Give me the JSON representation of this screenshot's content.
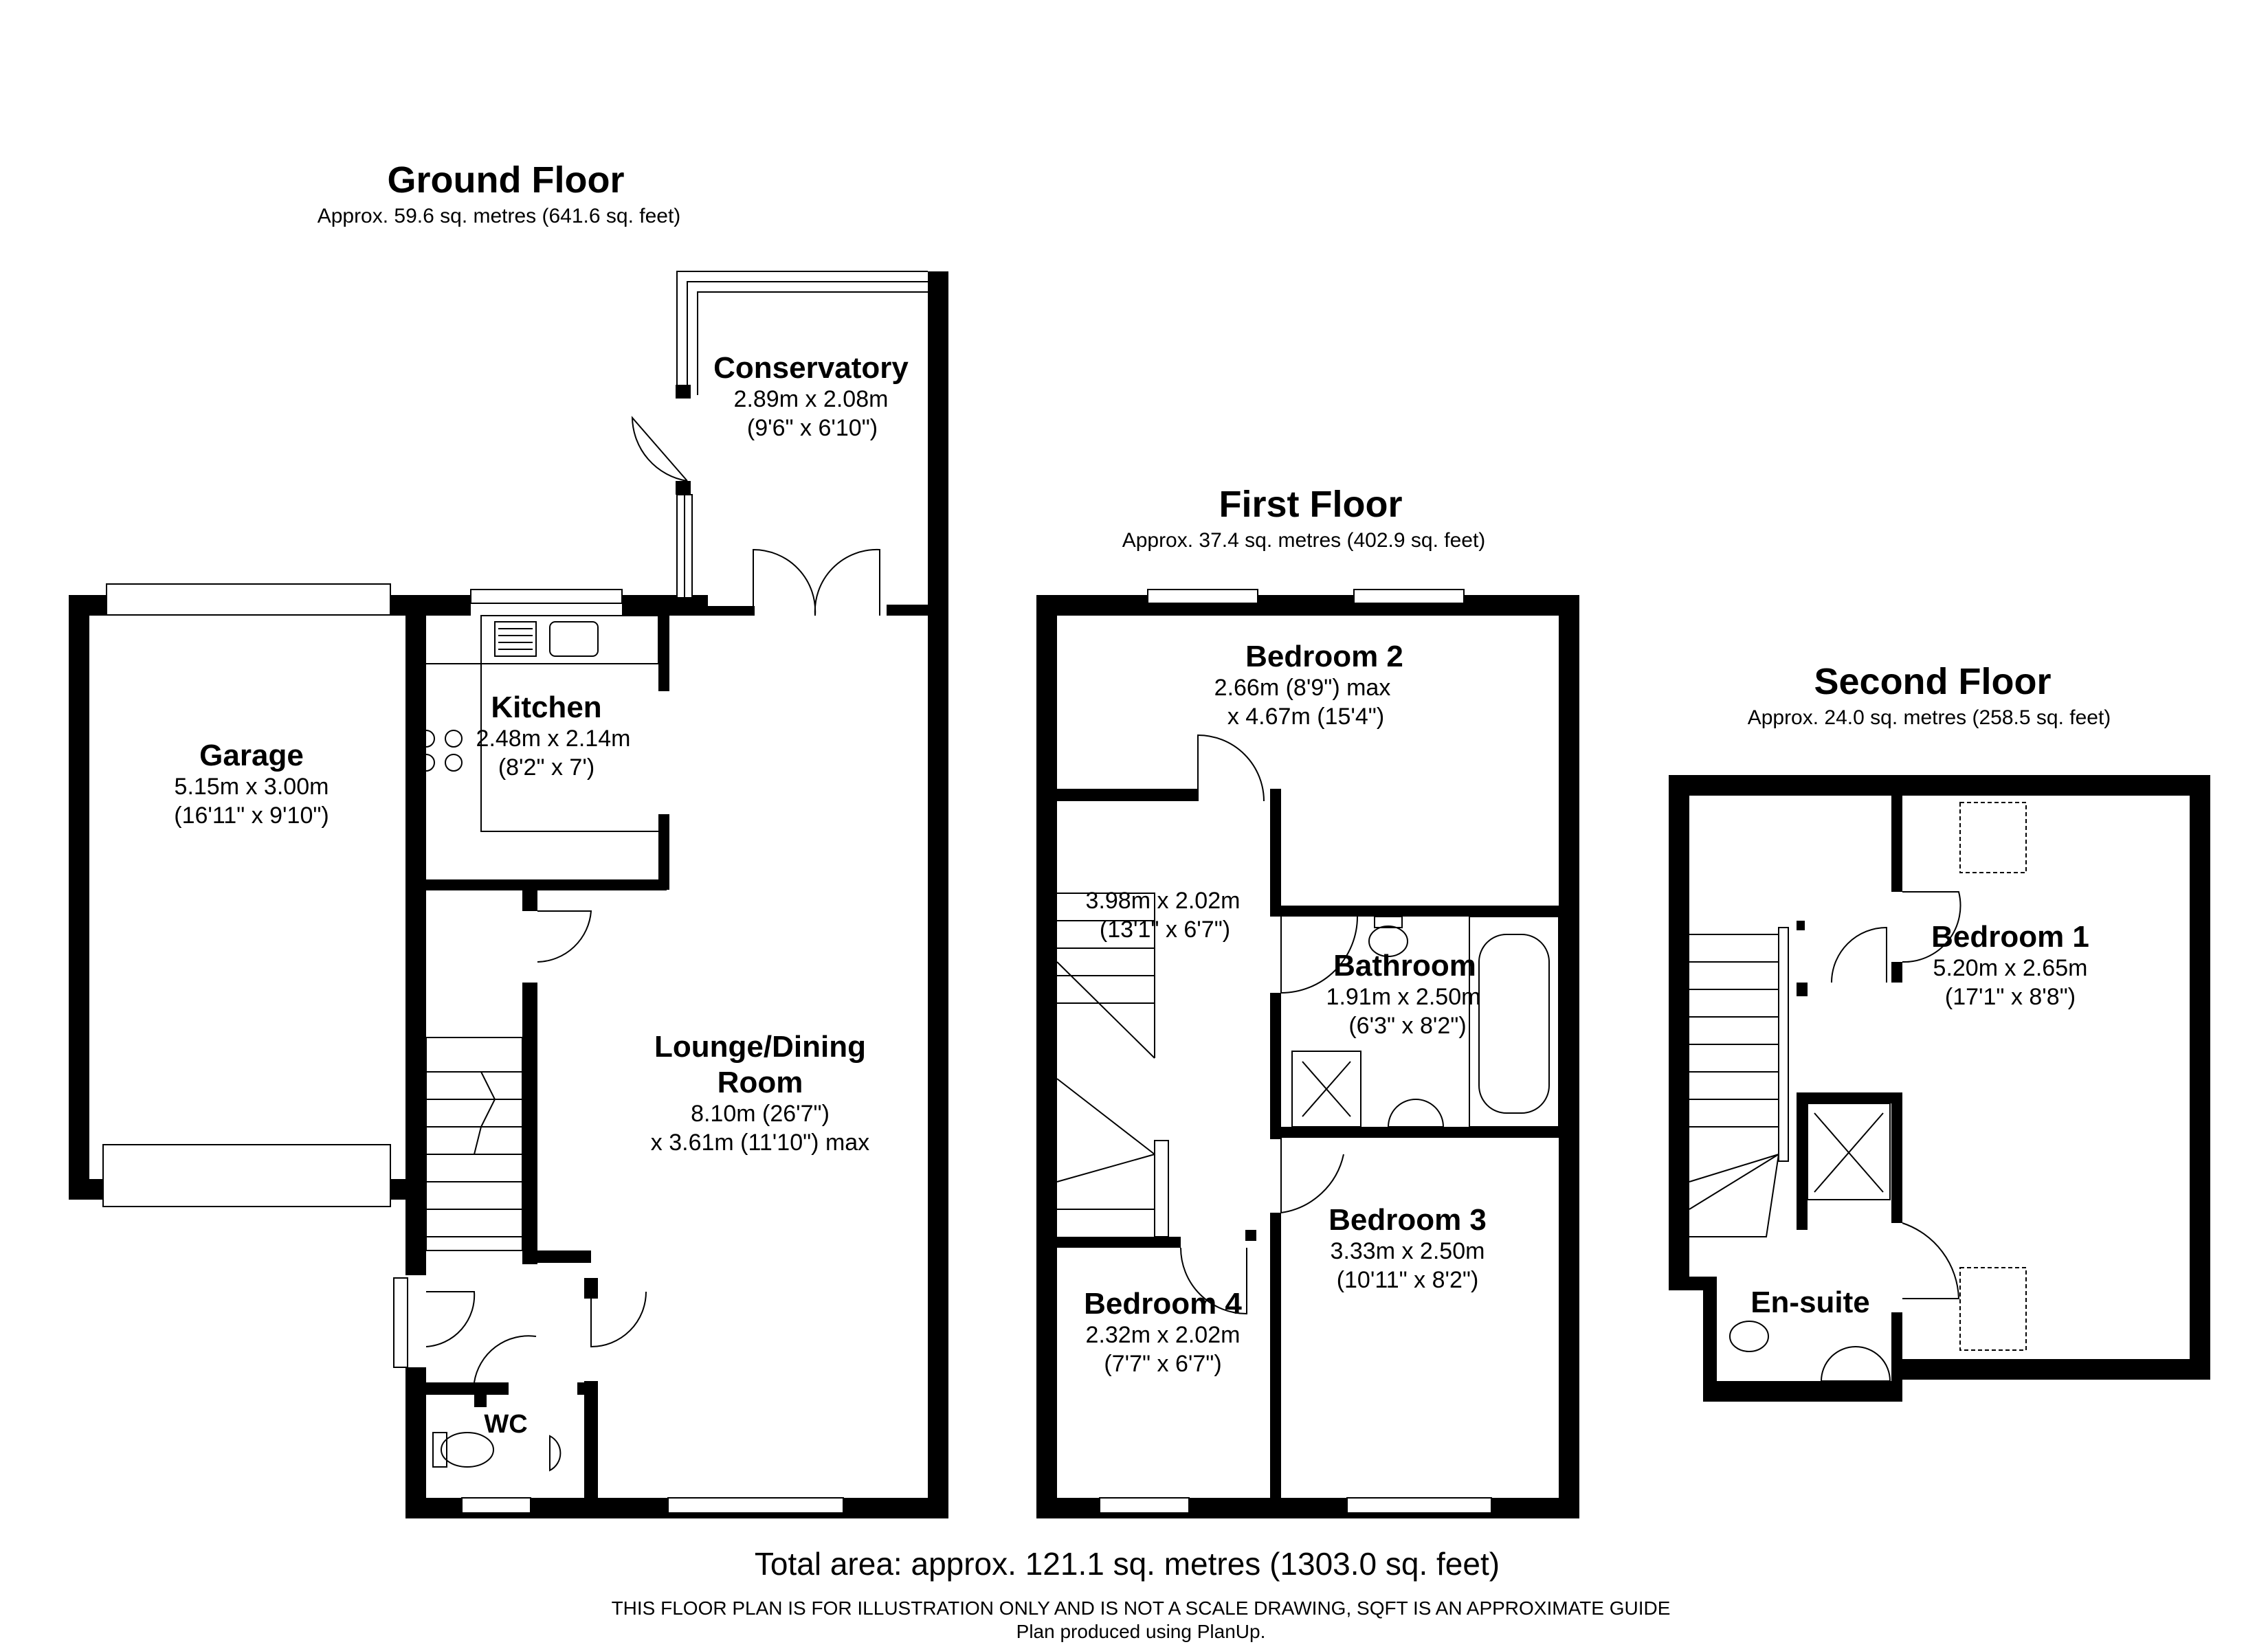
{
  "ground_floor": {
    "title": "Ground Floor",
    "area": "Approx. 59.6 sq. metres (641.6 sq. feet)",
    "rooms": {
      "conservatory": {
        "name": "Conservatory",
        "dim1": "2.89m x 2.08m",
        "dim2": "(9'6\" x 6'10\")"
      },
      "kitchen": {
        "name": "Kitchen",
        "dim1": "2.48m x 2.14m",
        "dim2": "(8'2\" x 7')"
      },
      "garage": {
        "name": "Garage",
        "dim1": "5.15m x 3.00m",
        "dim2": "(16'11\" x 9'10\")"
      },
      "lounge": {
        "name1": "Lounge/Dining",
        "name2": "Room",
        "dim1": "8.10m (26'7\")",
        "dim2": "x 3.61m (11'10\") max"
      },
      "wc": {
        "name": "WC"
      }
    }
  },
  "first_floor": {
    "title": "First Floor",
    "area": "Approx. 37.4 sq. metres (402.9 sq. feet)",
    "rooms": {
      "bedroom2": {
        "name": "Bedroom 2",
        "dim1": "2.66m (8'9\") max",
        "dim2": "x 4.67m (15'4\")"
      },
      "landing": {
        "dim1": "3.98m x 2.02m",
        "dim2": "(13'1\" x 6'7\")"
      },
      "bathroom": {
        "name": "Bathroom",
        "dim1": "1.91m x 2.50m",
        "dim2": "(6'3\" x 8'2\")"
      },
      "bedroom3": {
        "name": "Bedroom 3",
        "dim1": "3.33m x 2.50m",
        "dim2": "(10'11\" x 8'2\")"
      },
      "bedroom4": {
        "name": "Bedroom 4",
        "dim1": "2.32m x 2.02m",
        "dim2": "(7'7\" x 6'7\")"
      }
    }
  },
  "second_floor": {
    "title": "Second Floor",
    "area": "Approx. 24.0 sq. metres (258.5 sq. feet)",
    "rooms": {
      "bedroom1": {
        "name": "Bedroom 1",
        "dim1": "5.20m x 2.65m",
        "dim2": "(17'1\" x 8'8\")"
      },
      "ensuite": {
        "name": "En-suite"
      }
    }
  },
  "footer": {
    "total": "Total area: approx. 121.1 sq. metres (1303.0 sq. feet)",
    "disclaimer": "THIS FLOOR PLAN IS FOR ILLUSTRATION ONLY AND IS NOT A SCALE DRAWING, SQFT IS AN APPROXIMATE GUIDE",
    "credit": "Plan produced using PlanUp."
  }
}
